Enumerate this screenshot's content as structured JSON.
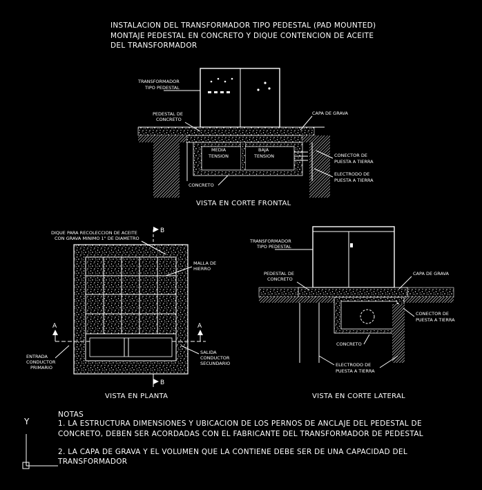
{
  "title": {
    "line1": "INSTALACION DEL TRANSFORMADOR TIPO PEDESTAL (PAD MOUNTED)",
    "line2": "MONTAJE PEDESTAL EN CONCRETO Y DIQUE CONTENCION DE ACEITE",
    "line3": "DEL TRANSFORMADOR"
  },
  "front": {
    "transformer_1": "TRANSFORMADOR",
    "transformer_2": "TIPO PEDESTAL",
    "pedestal_1": "PEDESTAL DE",
    "pedestal_2": "CONCRETO",
    "gravel": "CAPA DE GRAVA",
    "mv_1": "MEDIA",
    "mv_2": "TENSION",
    "lv_1": "BAJA",
    "lv_2": "TENSION",
    "connector_1": "CONECTOR DE",
    "connector_2": "PUESTA A TIERRA",
    "electrode_1": "ELECTRODO DE",
    "electrode_2": "PUESTA A TIERRA",
    "concrete": "CONCRETO",
    "caption": "VISTA EN CORTE FRONTAL"
  },
  "plan": {
    "dike_1": "DIQUE PARA RECOLECCION DE ACEITE",
    "dike_2": "CON GRAVA MINIMO 1\" DE DIAMETRO",
    "mesh_1": "MALLA DE",
    "mesh_2": "HIERRO",
    "entry_1": "ENTRADA",
    "entry_2": "CONDUCTOR",
    "entry_3": "PRIMARIO",
    "exit_1": "SALIDA",
    "exit_2": "CONDUCTOR",
    "exit_3": "SECUNDARIO",
    "section_a": "A",
    "section_b": "B",
    "caption": "VISTA EN PLANTA"
  },
  "side": {
    "transformer_1": "TRANSFORMADOR",
    "transformer_2": "TIPO PEDESTAL",
    "pedestal_1": "PEDESTAL DE",
    "pedestal_2": "CONCRETO",
    "gravel": "CAPA DE GRAVA",
    "connector_1": "CONECTOR DE",
    "connector_2": "PUESTA A TIERRA",
    "concrete": "CONCRETO",
    "electrode_1": "ELECTRODO DE",
    "electrode_2": "PUESTA A TIERRA",
    "caption": "VISTA EN CORTE LATERAL"
  },
  "notes": {
    "heading": "NOTAS",
    "n1_line1": "1. LA ESTRUCTURA DIMENSIONES Y UBICACION DE LOS PERNOS DE ANCLAJE DEL PEDESTAL DE",
    "n1_line2": "CONCRETO, DEBEN SER ACORDADAS CON EL FABRICANTE DEL TRANSFORMADOR DE PEDESTAL",
    "n2_line1": "2. LA CAPA DE GRAVA Y EL VOLUMEN QUE LA CONTIENE DEBE SER DE UNA CAPACIDAD DEL",
    "n2_line2": "TRANSFORMADOR"
  },
  "ucs": {
    "y_label": "Y"
  },
  "colors": {
    "background": "#000000",
    "lines": "#ffffff"
  }
}
